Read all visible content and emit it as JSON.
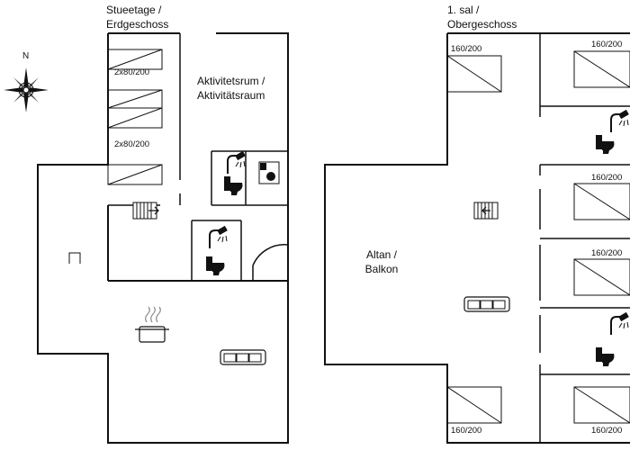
{
  "ground_floor": {
    "title_line1": "Stueetage /",
    "title_line2": "Erdgeschoss",
    "room_label_line1": "Aktivitetsrum /",
    "room_label_line2": "Aktivitätsraum",
    "bed_labels": [
      "2x80/200",
      "2x80/200"
    ]
  },
  "first_floor": {
    "title_line1": "1. sal /",
    "title_line2": "Obergeschoss",
    "balcony_line1": "Altan /",
    "balcony_line2": "Balkon",
    "bed_labels": [
      "160/200",
      "160/200",
      "160/200",
      "160/200",
      "160/200",
      "160/200"
    ]
  },
  "compass": {
    "north_label": "N"
  },
  "icons": [
    "compass-rose-icon",
    "bed-icon",
    "shower-icon",
    "toilet-icon",
    "washing-machine-icon",
    "stairs-icon",
    "cooking-pot-icon",
    "sofa-icon",
    "door-swing-icon"
  ],
  "colors": {
    "walls": "#111111",
    "background": "#ffffff"
  }
}
